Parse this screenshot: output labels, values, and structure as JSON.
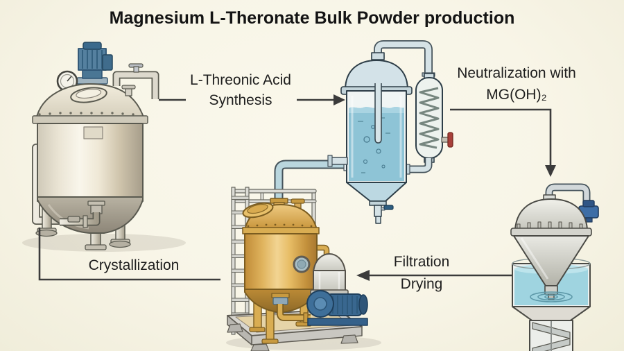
{
  "title": "Magnesium L-Theronate Bulk Powder production",
  "steps": {
    "synthesis": {
      "line1": "L-Threonic Acid",
      "line2": "Synthesis",
      "arrow_direction": "right"
    },
    "neutralization": {
      "line1": "Neutralization with",
      "line2": "MG(OH)₂",
      "arrow_direction": "down"
    },
    "filtration": {
      "line1": "Filtration",
      "line2": "Drying",
      "arrow_direction": "left"
    },
    "crystallization": {
      "label": "Crystallization",
      "arrow_direction": "none"
    }
  },
  "illustrations": [
    "stirred-tank-reactor-illustration",
    "glass-reaction-column-illustration",
    "coil-condenser-illustration",
    "filter-dryer-vessel-illustration",
    "screw-conveyor-illustration",
    "crystallizer-tank-illustration",
    "buffer-tank-illustration",
    "circulation-pump-illustration",
    "access-ladder-illustration"
  ],
  "colors": {
    "background": "#F8F5E7",
    "arrow": "#3B3B3B",
    "title_text": "#141414",
    "label_text": "#1E1E1E",
    "liquid_blue": "#8EC4D6",
    "ripple_liquid_blue": "#9FD4E0",
    "vessel_gold": "#D9A84E",
    "motor_blue": "#55809F",
    "pump_blue": "#3E6F99",
    "valve_red": "#A8403A",
    "valve_blue": "#3E6EA6",
    "steel_cream": "#D7D3C9",
    "glass_outline": "#2E3E48"
  }
}
